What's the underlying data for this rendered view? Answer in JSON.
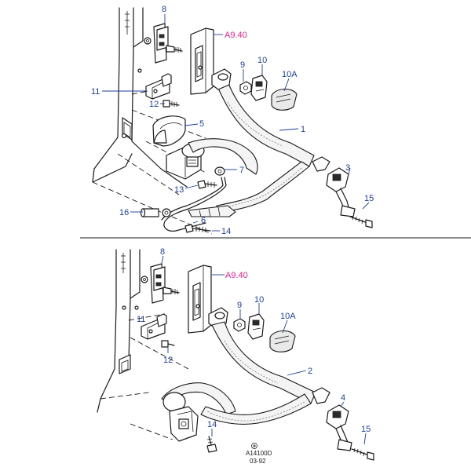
{
  "top_panel": {
    "reference": "A9.40",
    "callouts": {
      "c8": "8",
      "c9": "9",
      "c10": "10",
      "c10a": "10A",
      "c11": "11",
      "c12": "12",
      "c5": "5",
      "c1": "1",
      "c7": "7",
      "c13": "13",
      "c3": "3",
      "c15": "15",
      "c16": "16",
      "c6": "6",
      "c14": "14"
    }
  },
  "bottom_panel": {
    "reference": "A9.40",
    "callouts": {
      "c8": "8",
      "c9": "9",
      "c10": "10",
      "c10a": "10A",
      "c11": "11",
      "c12": "12",
      "c2": "2",
      "c4": "4",
      "c14": "14",
      "c15": "15"
    }
  },
  "footer": {
    "code": "A14100D",
    "date": "03-92"
  }
}
